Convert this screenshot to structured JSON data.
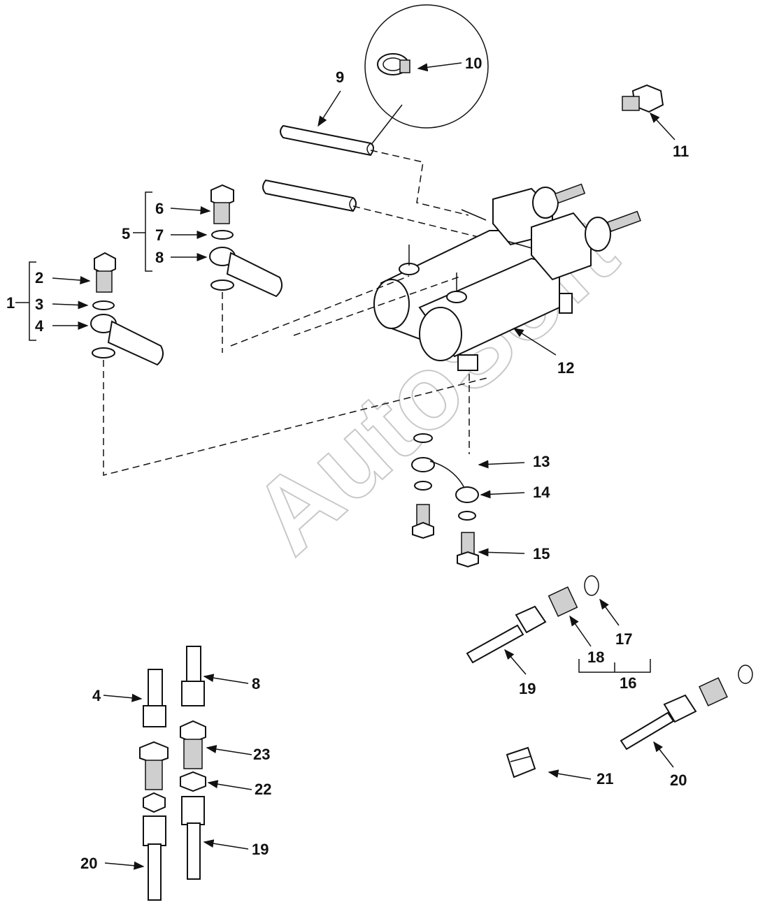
{
  "watermark": "AutoSoft",
  "callouts": [
    {
      "id": "c1",
      "text": "1"
    },
    {
      "id": "c2",
      "text": "2"
    },
    {
      "id": "c3",
      "text": "3"
    },
    {
      "id": "c4",
      "text": "4"
    },
    {
      "id": "c5",
      "text": "5"
    },
    {
      "id": "c6",
      "text": "6"
    },
    {
      "id": "c7",
      "text": "7"
    },
    {
      "id": "c8",
      "text": "8"
    },
    {
      "id": "c9",
      "text": "9"
    },
    {
      "id": "c10",
      "text": "10"
    },
    {
      "id": "c11",
      "text": "11"
    },
    {
      "id": "c12",
      "text": "12"
    },
    {
      "id": "c13",
      "text": "13"
    },
    {
      "id": "c14",
      "text": "14"
    },
    {
      "id": "c15",
      "text": "15"
    },
    {
      "id": "c16",
      "text": "16"
    },
    {
      "id": "c17",
      "text": "17"
    },
    {
      "id": "c18",
      "text": "18"
    },
    {
      "id": "c19",
      "text": "19"
    },
    {
      "id": "c20",
      "text": "20"
    },
    {
      "id": "c21",
      "text": "21"
    },
    {
      "id": "c4b",
      "text": "4"
    },
    {
      "id": "c8b",
      "text": "8"
    },
    {
      "id": "c23",
      "text": "23"
    },
    {
      "id": "c22",
      "text": "22"
    },
    {
      "id": "c19b",
      "text": "19"
    },
    {
      "id": "c20b",
      "text": "20"
    }
  ]
}
